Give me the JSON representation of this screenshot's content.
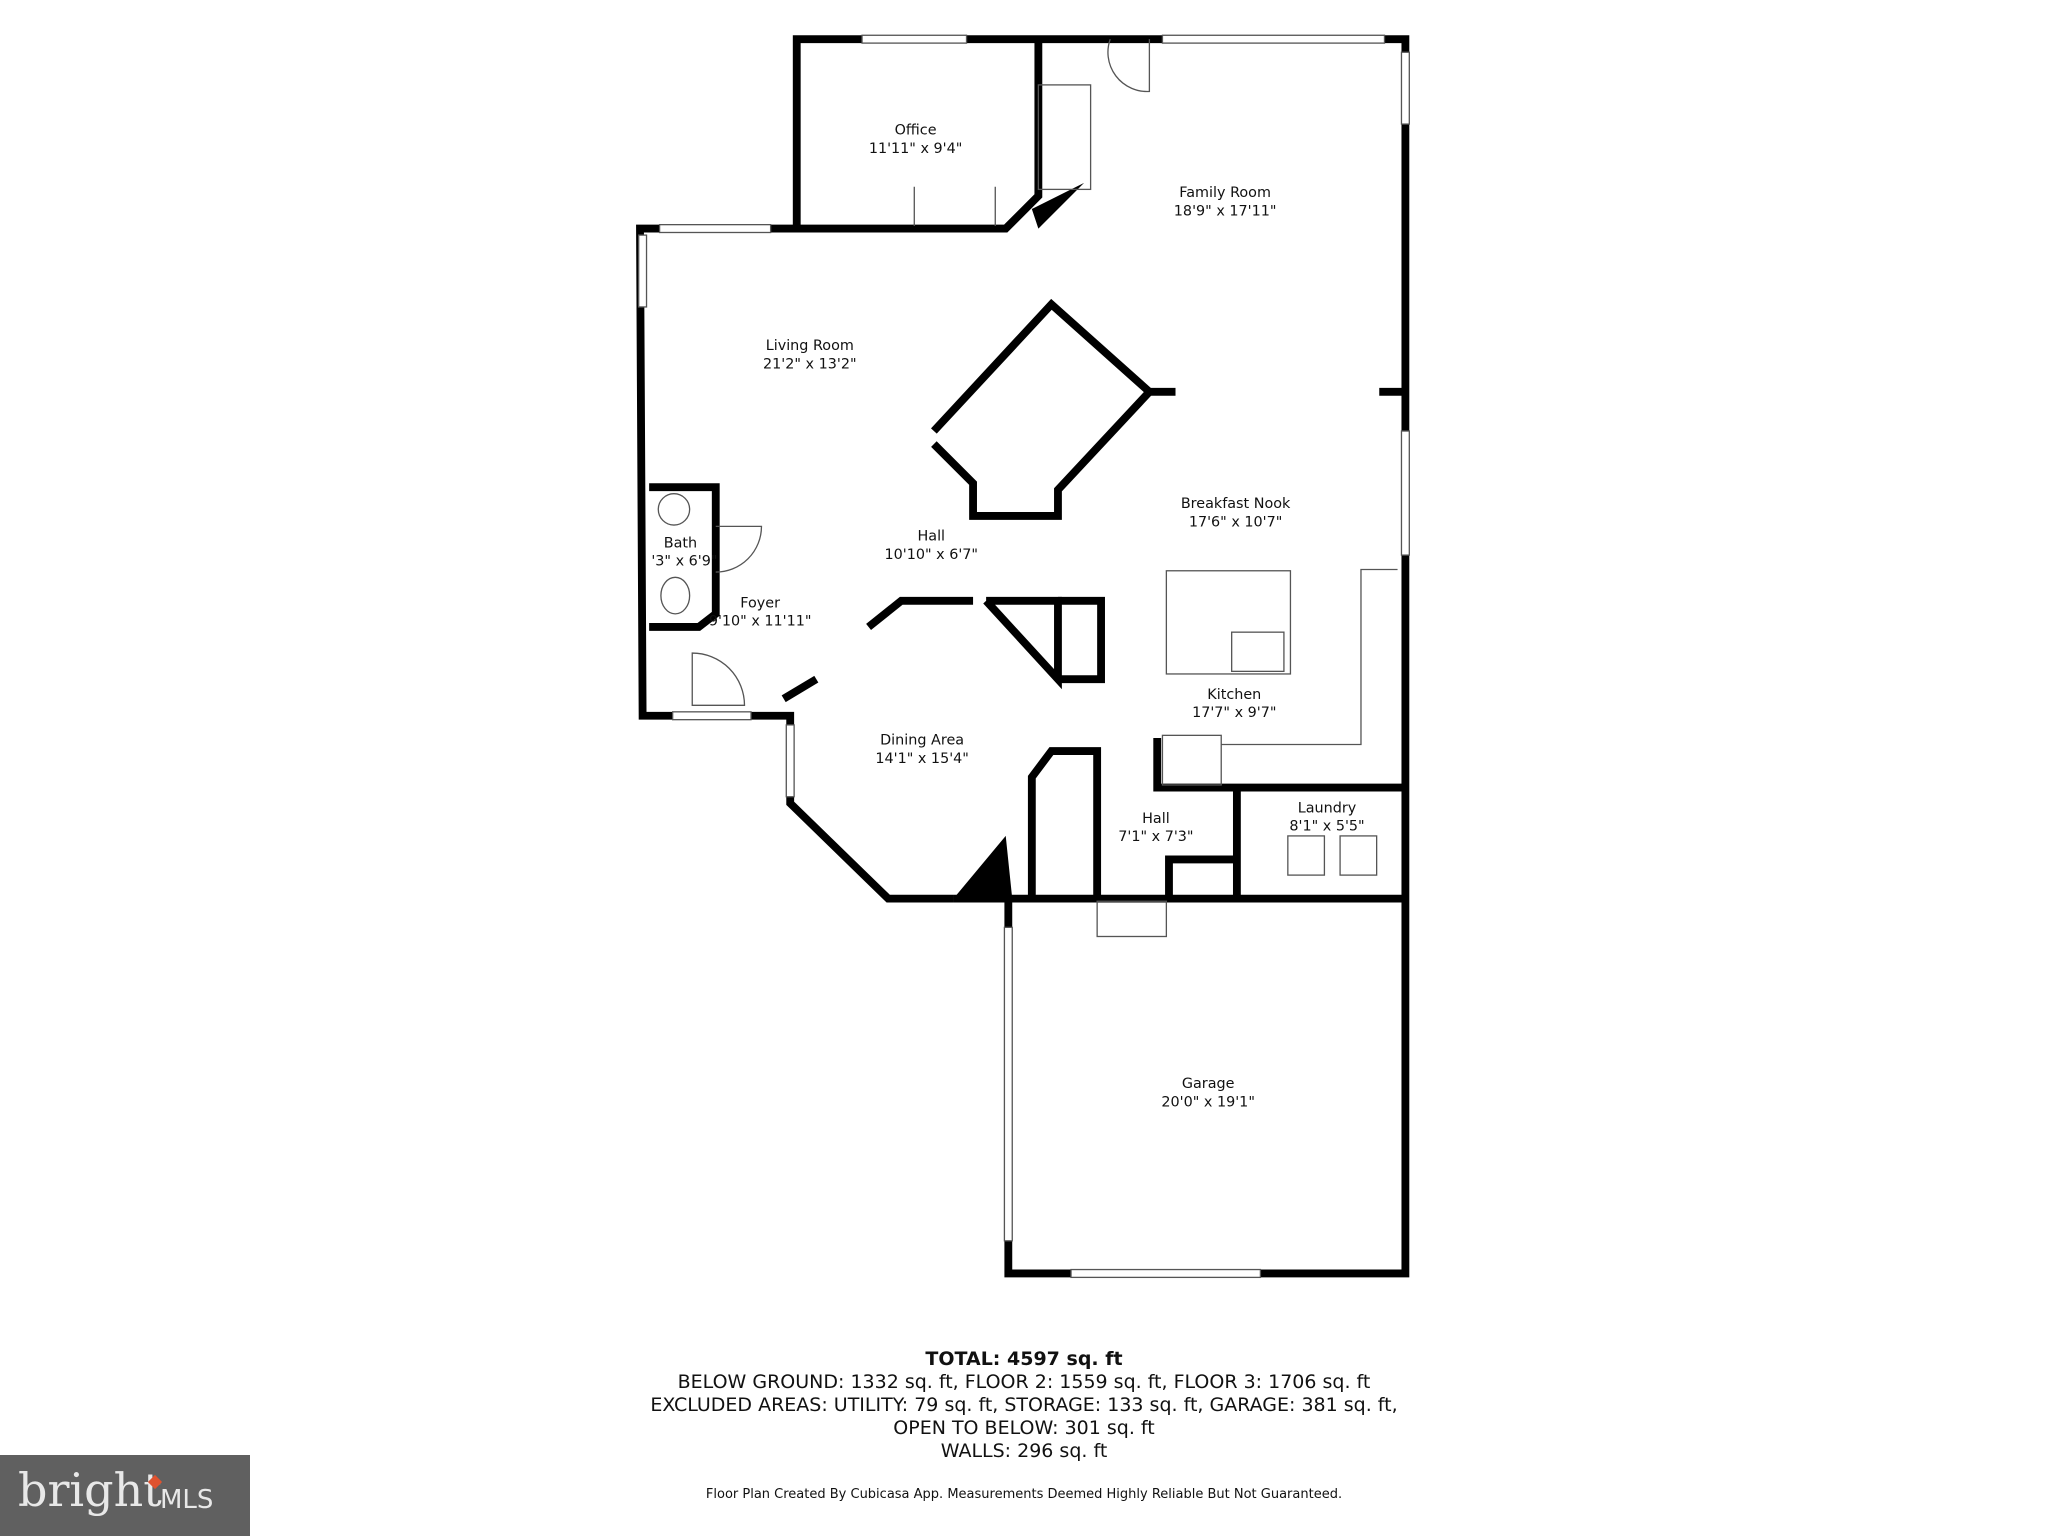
{
  "rooms": [
    {
      "name": "Office",
      "size": "11'11\" x 9'4\""
    },
    {
      "name": "Family Room",
      "size": "18'9\" x 17'11\""
    },
    {
      "name": "Living Room",
      "size": "21'2\" x 13'2\""
    },
    {
      "name": "Breakfast Nook",
      "size": "17'6\" x 10'7\""
    },
    {
      "name": "Bath",
      "size": "'3\" x 6'9\""
    },
    {
      "name": "Hall",
      "size": "10'10\" x 6'7\""
    },
    {
      "name": "Foyer",
      "size": "9'10\" x 11'11\""
    },
    {
      "name": "Kitchen",
      "size": "17'7\" x 9'7\""
    },
    {
      "name": "Dining Area",
      "size": "14'1\" x 15'4\""
    },
    {
      "name": "Hall",
      "size": "7'1\" x 7'3\""
    },
    {
      "name": "Laundry",
      "size": "8'1\" x 5'5\""
    },
    {
      "name": "Garage",
      "size": "20'0\" x 19'1\""
    }
  ],
  "summary": {
    "total": "TOTAL: 4597 sq. ft",
    "line1": "BELOW GROUND: 1332 sq. ft, FLOOR 2: 1559 sq. ft, FLOOR 3: 1706 sq. ft",
    "line2": "EXCLUDED AREAS: UTILITY: 79 sq. ft, STORAGE: 133 sq. ft, GARAGE: 381 sq. ft,",
    "line3": "OPEN TO BELOW: 301 sq. ft",
    "line4": "WALLS: 296 sq. ft",
    "credit": "Floor Plan Created By Cubicasa App. Measurements Deemed Highly Reliable But Not Guaranteed."
  },
  "logo": {
    "text": "bright",
    "suffix": "MLS",
    "accent": "#e0522f"
  }
}
